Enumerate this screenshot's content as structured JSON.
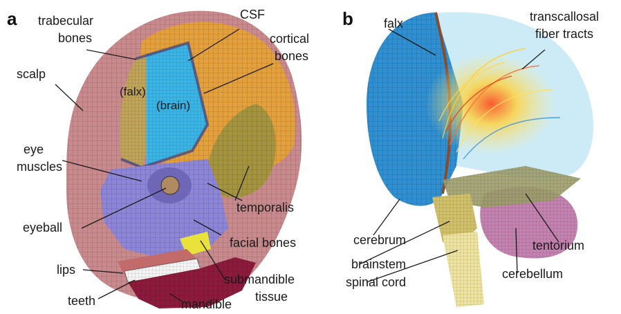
{
  "panels": {
    "a": {
      "letter": "a",
      "labels": {
        "trabecular": [
          "trabecular",
          "bones"
        ],
        "csf": [
          "CSF"
        ],
        "cortical": [
          "cortical",
          "bones"
        ],
        "scalp": [
          "scalp"
        ],
        "falx": [
          "(falx)"
        ],
        "brain": [
          "(brain)"
        ],
        "eye_muscles": [
          "eye",
          "muscles"
        ],
        "temporalis": [
          "temporalis"
        ],
        "eyeball": [
          "eyeball"
        ],
        "facial_bones": [
          "facial bones"
        ],
        "lips": [
          "lips"
        ],
        "submandible": [
          "submandible",
          "tissue"
        ],
        "teeth": [
          "teeth"
        ],
        "mandible": [
          "mandible"
        ]
      }
    },
    "b": {
      "letter": "b",
      "labels": {
        "falx": [
          "falx"
        ],
        "transcallosal": [
          "transcallosal",
          "fiber tracts"
        ],
        "cerebrum": [
          "cerebrum"
        ],
        "tentorium": [
          "tentorium"
        ],
        "brainstem": [
          "brainstem"
        ],
        "spinal_cord": [
          "spinal cord"
        ],
        "cerebellum": [
          "cerebellum"
        ]
      }
    }
  },
  "colors": {
    "scalp": "#c98a8e",
    "cortical": "#e3a03c",
    "brain": "#3bb5e6",
    "facial": "#8d86d8",
    "mandible": "#8c1a3c",
    "temporalis": "#a49440",
    "cerebrum": "#2f8fd0",
    "cerebellum": "#c482b0",
    "tentorium": "#9c9c6a",
    "brainstem": "#d0c06a",
    "spinal": "#efe3a0",
    "halo": "#bfe6f5"
  }
}
